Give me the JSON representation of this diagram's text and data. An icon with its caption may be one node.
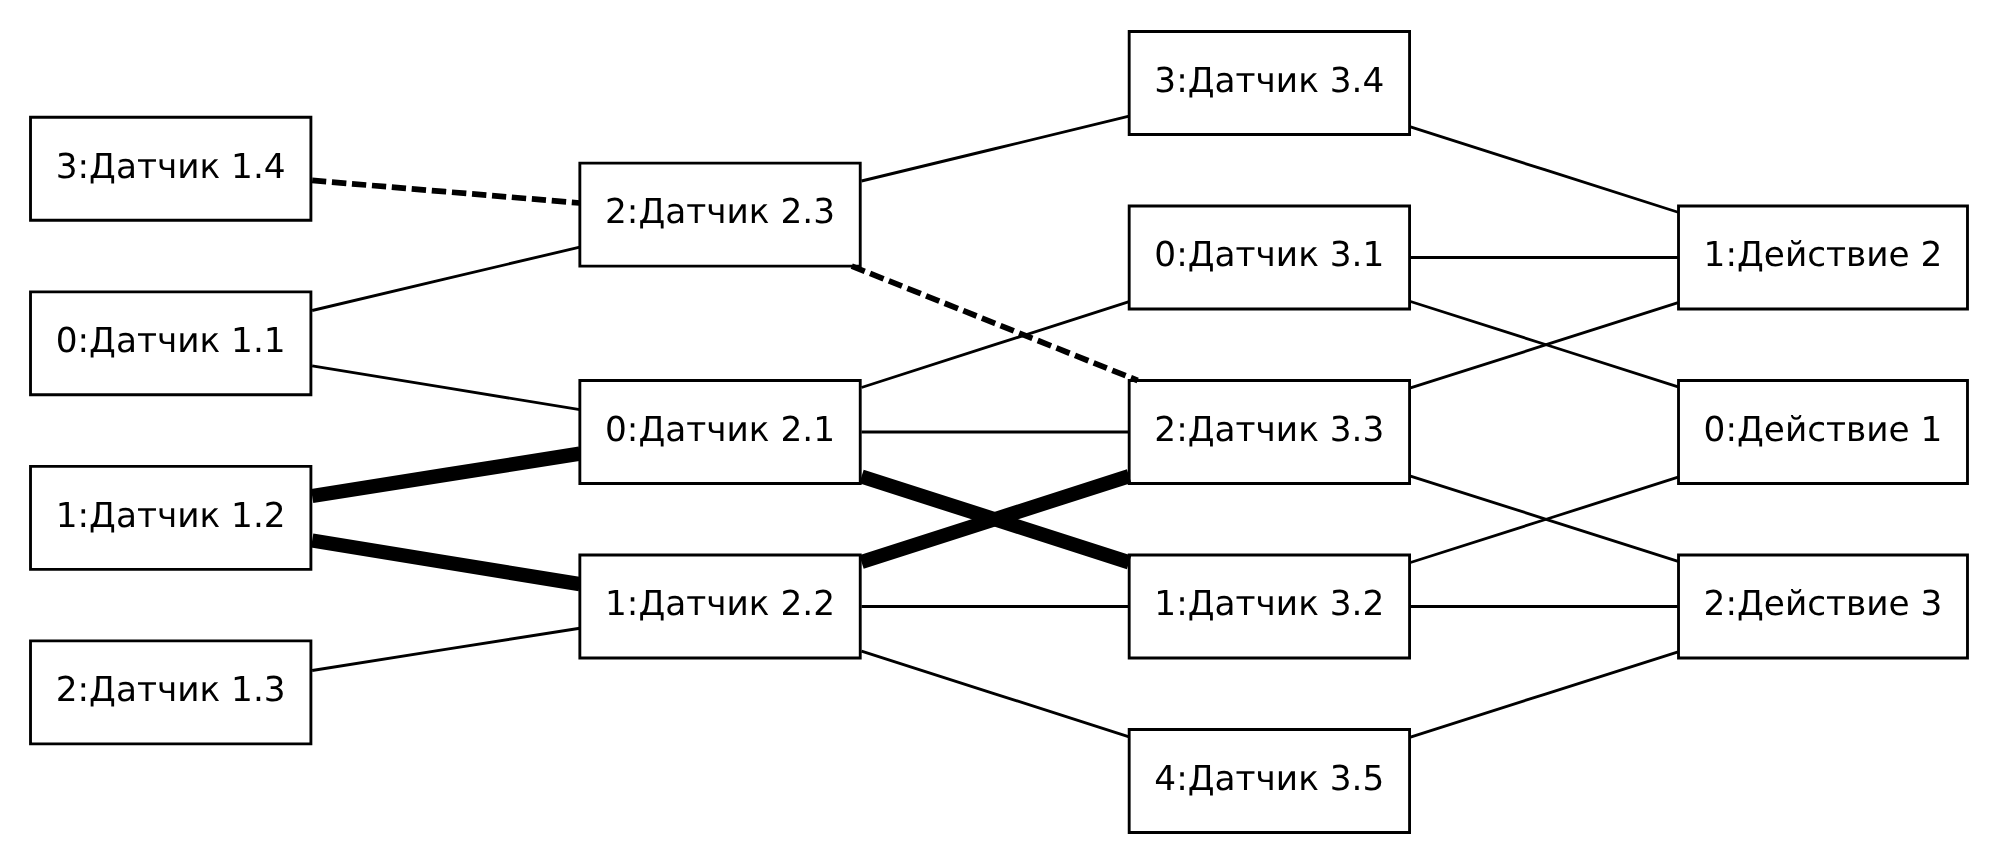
{
  "diagram": {
    "nodes": [
      {
        "text": [
          "0:Датчик 1.1"
        ]
      },
      {
        "text": [
          "1:Датчик 1.2"
        ]
      },
      {
        "text": [
          "2:Датчик 1.3"
        ]
      },
      {
        "text": [
          "3:Датчик 1.4"
        ]
      },
      {
        "text": [
          "0:Датчик 2.1"
        ]
      },
      {
        "text": [
          "1:Датчик 2.2"
        ]
      },
      {
        "text": [
          "2:Датчик 2.3"
        ]
      },
      {
        "text": [
          "0:Датчик 3.1"
        ]
      },
      {
        "text": [
          "1:Датчик 3.2"
        ]
      },
      {
        "text": [
          "2:Датчик 3.3"
        ]
      },
      {
        "text": [
          "3:Датчик 3.4"
        ]
      },
      {
        "text": [
          "4:Датчик 3.5"
        ]
      },
      {
        "text": [
          "0:Действие 1"
        ]
      },
      {
        "text": [
          "1:Действие 2"
        ]
      },
      {
        "text": [
          "2:Действие 3"
        ]
      }
    ],
    "edges": [
      {
        "from": 0,
        "to": 4,
        "arrow": "none"
      },
      {
        "from": 0,
        "to": 6,
        "arrow": "none"
      },
      {
        "from": 1,
        "to": 4,
        "arrow": "none",
        "style": "thick"
      },
      {
        "from": 1,
        "to": 5,
        "arrow": "none",
        "style": "thick"
      },
      {
        "from": 2,
        "to": 5,
        "arrow": "none"
      },
      {
        "from": 3,
        "to": 6,
        "arrow": "none",
        "style": "dashed"
      },
      {
        "from": 4,
        "to": 7,
        "arrow": "none"
      },
      {
        "from": 4,
        "to": 8,
        "arrow": "none",
        "style": "thick"
      },
      {
        "from": 4,
        "to": 9,
        "arrow": "none"
      },
      {
        "from": 5,
        "to": 8,
        "arrow": "none"
      },
      {
        "from": 5,
        "to": 9,
        "arrow": "none",
        "style": "thick"
      },
      {
        "from": 5,
        "to": 11,
        "arrow": "none"
      },
      {
        "from": 6,
        "to": 9,
        "arrow": "none",
        "style": "dashed"
      },
      {
        "from": 6,
        "to": 10,
        "arrow": "none"
      },
      {
        "from": 7,
        "to": 12,
        "arrow": "none"
      },
      {
        "from": 7,
        "to": 13,
        "arrow": "none"
      },
      {
        "from": 8,
        "to": 12,
        "arrow": "none"
      },
      {
        "from": 8,
        "to": 14,
        "arrow": "none"
      },
      {
        "from": 9,
        "to": 13,
        "arrow": "none"
      },
      {
        "from": 9,
        "to": 14,
        "arrow": "none"
      },
      {
        "from": 10,
        "to": 13,
        "arrow": "none"
      },
      {
        "from": 11,
        "to": 14,
        "arrow": "none"
      }
    ]
  }
}
